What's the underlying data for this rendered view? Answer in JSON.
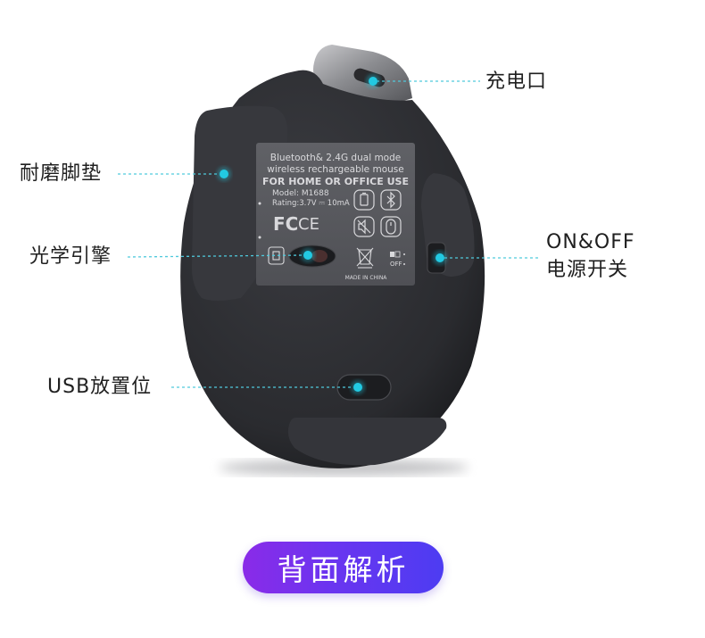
{
  "callouts": {
    "charging_port": "充电口",
    "feet_pads": "耐磨脚垫",
    "optical_engine": "光学引擎",
    "power_switch_line1": "ON&OFF",
    "power_switch_line2": "电源开关",
    "usb_slot": "USB放置位"
  },
  "label_plate": {
    "line1": "Bluetooth& 2.4G dual mode",
    "line2": "wireless rechargeable mouse",
    "line3": "FOR HOME OR OFFICE USE",
    "model": "Model: M1688",
    "rating": "Rating:3.7V ⎓ 10mA",
    "fc_mark": "FC",
    "ce_mark": "CE",
    "origin": "MADE IN CHINA",
    "switch_off": "OFF"
  },
  "icons": [
    "battery-icon",
    "bluetooth-icon",
    "mute-icon",
    "mouse-icon",
    "recycle-bin-icon",
    "optical-sensor-icon"
  ],
  "title_pill": {
    "label": "背面解析"
  },
  "colors": {
    "accent_dot": "#22c9e2",
    "leader_line": "#4fc9dc",
    "mouse_body": "#2c2d31",
    "pill_start": "#8a2be8",
    "pill_end": "#4d3cf2"
  }
}
